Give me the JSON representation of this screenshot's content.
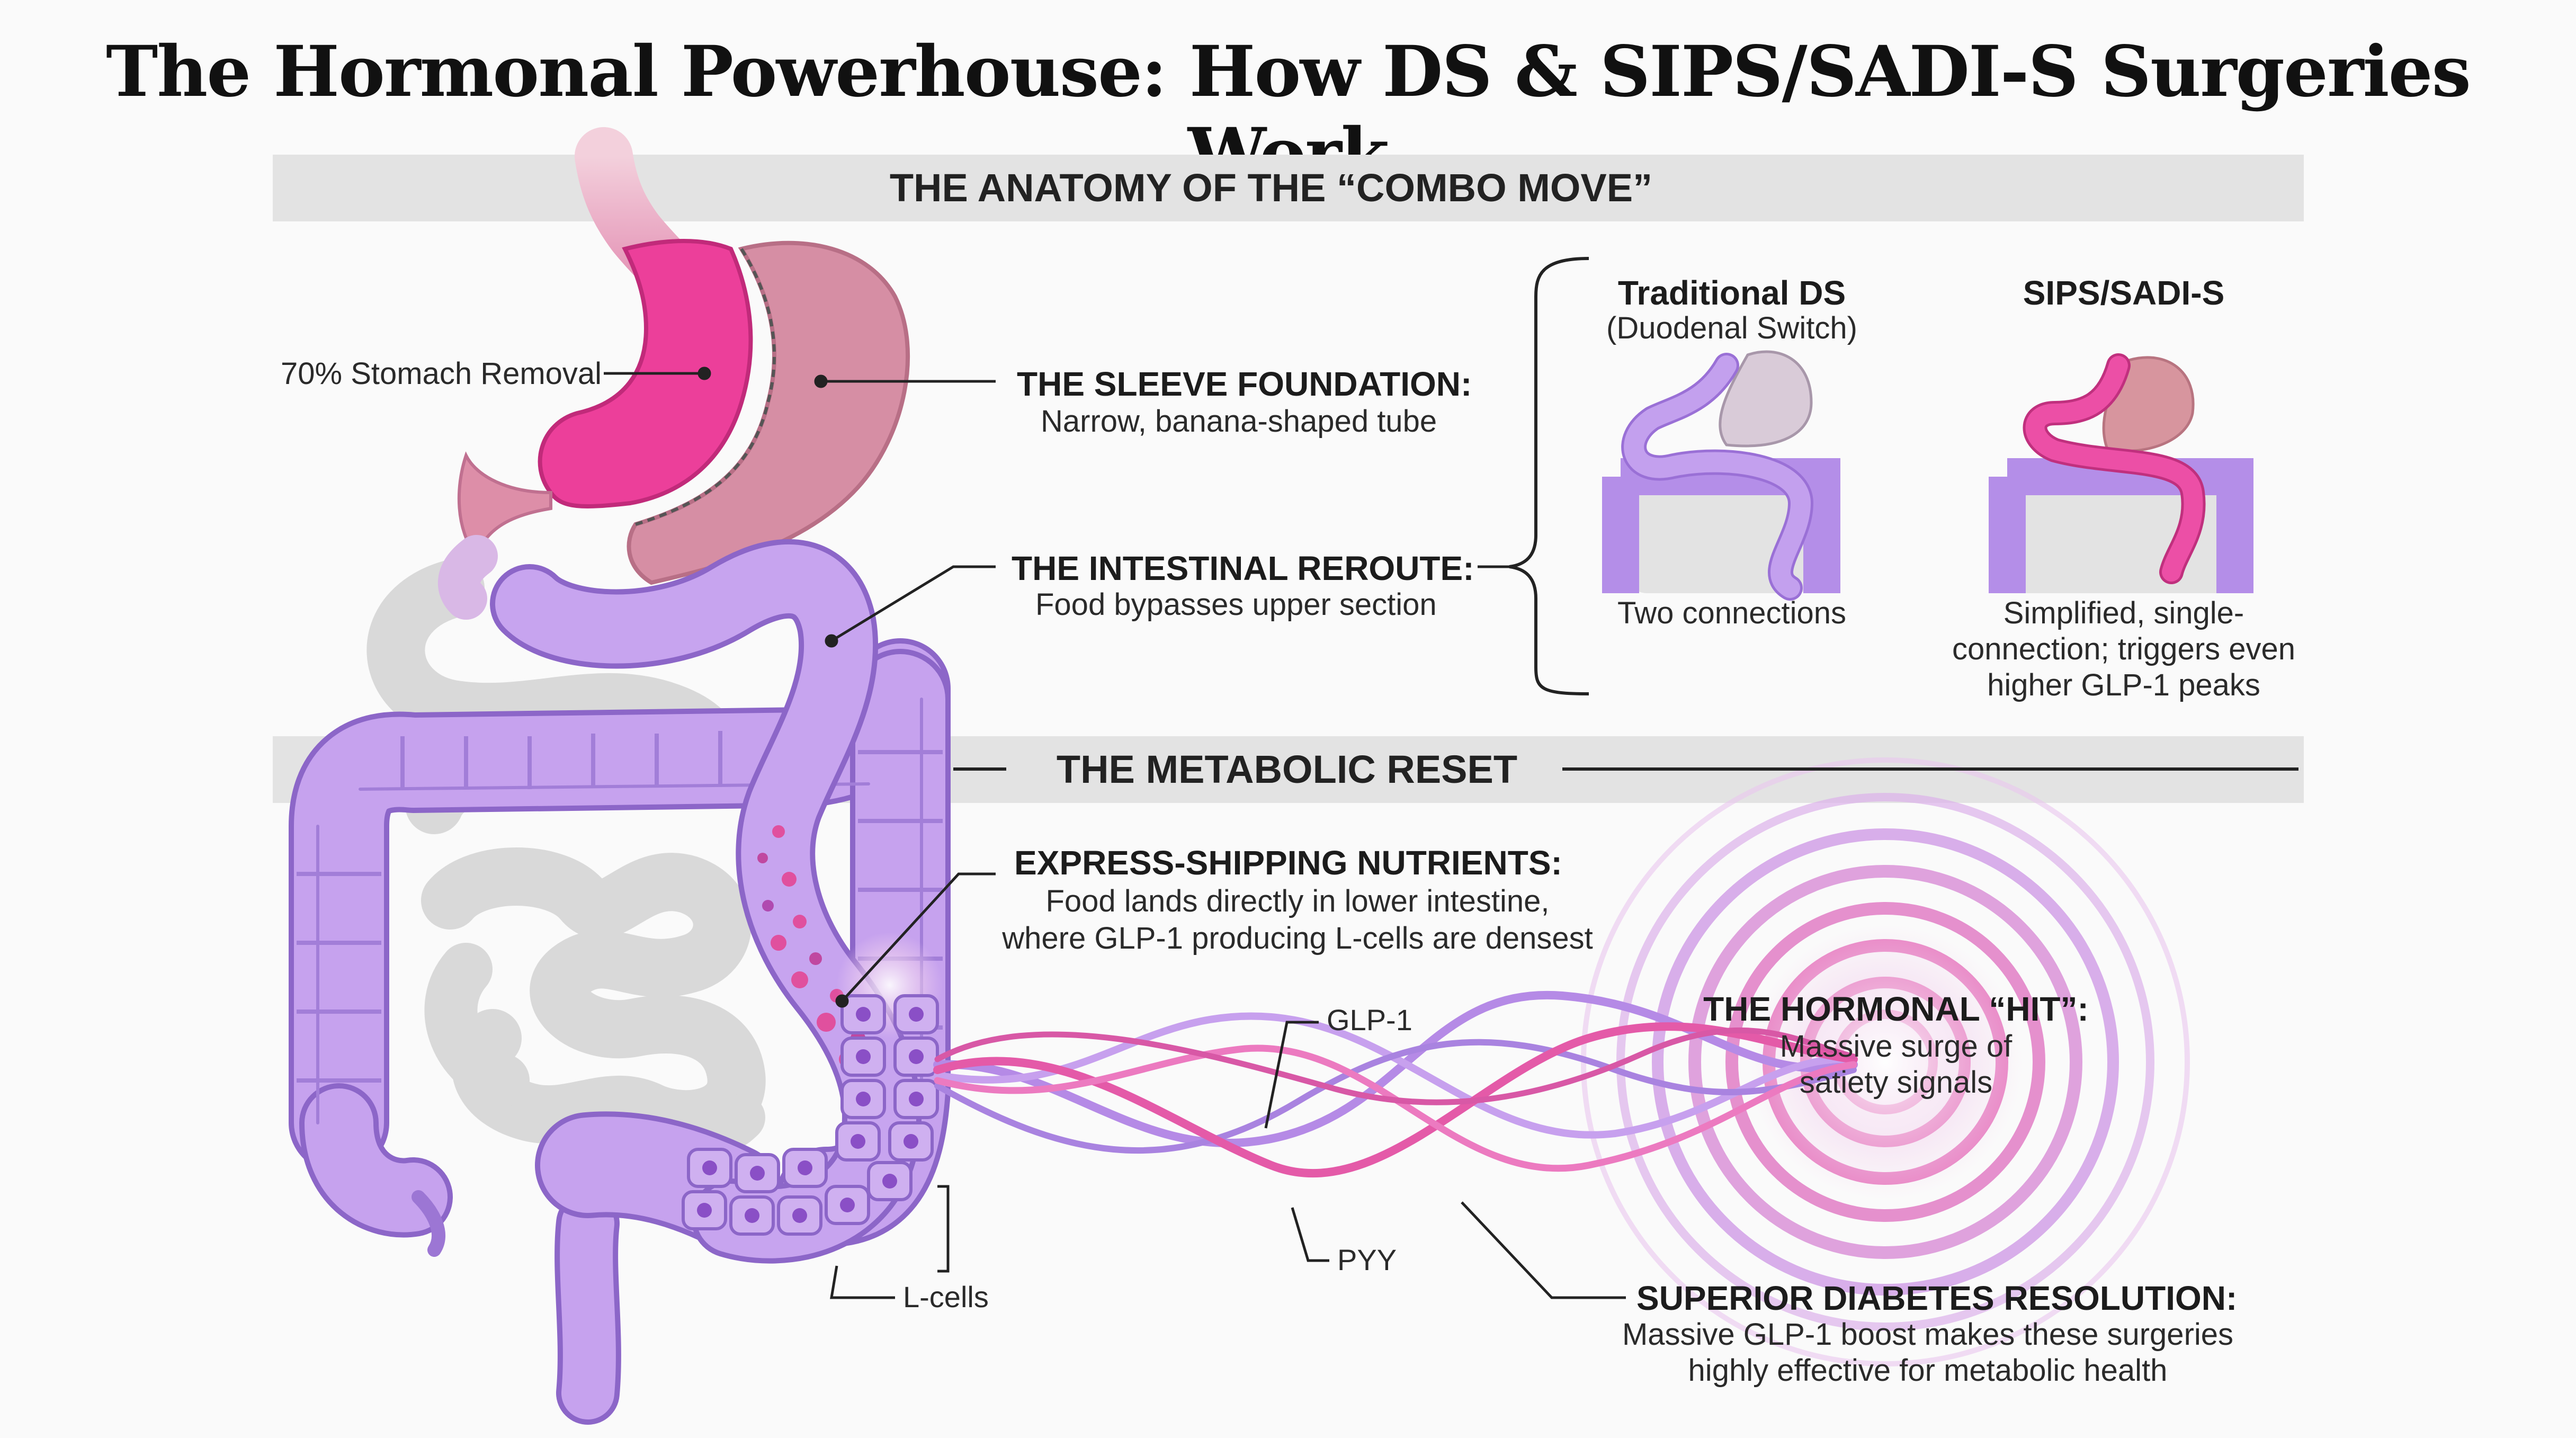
{
  "title": "The Hormonal Powerhouse: How DS & SIPS/SADI-S Surgeries Work",
  "sections": {
    "anatomy": "THE ANATOMY OF THE “COMBO MOVE”",
    "metabolic": "THE METABOLIC RESET"
  },
  "labels": {
    "stomach_removal": "70% Stomach Removal",
    "sleeve_title": "THE SLEEVE FOUNDATION:",
    "sleeve_desc": "Narrow, banana-shaped tube",
    "reroute_title": "THE INTESTINAL REROUTE:",
    "reroute_desc": "Food bypasses upper section",
    "express_title": "EXPRESS-SHIPPING NUTRIENTS:",
    "express_desc_1": "Food lands directly in lower intestine,",
    "express_desc_2": "where GLP-1 producing L-cells are densest",
    "glp1": "GLP-1",
    "pyy": "PYY",
    "lcells": "L-cells",
    "hit_title": "THE HORMONAL “HIT”:",
    "hit_desc_1": "Massive surge of",
    "hit_desc_2": "satiety signals",
    "diabetes_title": "SUPERIOR DIABETES RESOLUTION:",
    "diabetes_desc_1": "Massive GLP-1 boost makes these surgeries",
    "diabetes_desc_2": "highly effective for metabolic health"
  },
  "comparison": {
    "ds_title": "Traditional DS",
    "ds_subtitle": "(Duodenal Switch)",
    "ds_caption": "Two connections",
    "sips_title": "SIPS/SADI-S",
    "sips_caption_1": "Simplified, single-",
    "sips_caption_2": "connection; triggers even",
    "sips_caption_3": "higher GLP-1 peaks"
  },
  "colors": {
    "stomach_sleeve": "#ec3f9a",
    "stomach_removed": "#cf8196",
    "intestine": "#b892e8",
    "intestine_outline": "#8c66c8",
    "bypassed_gut": "#dedede",
    "glp1_strand": "#b58ae6",
    "pyy_strand": "#e45aa8",
    "band": "#e3e3e3"
  }
}
